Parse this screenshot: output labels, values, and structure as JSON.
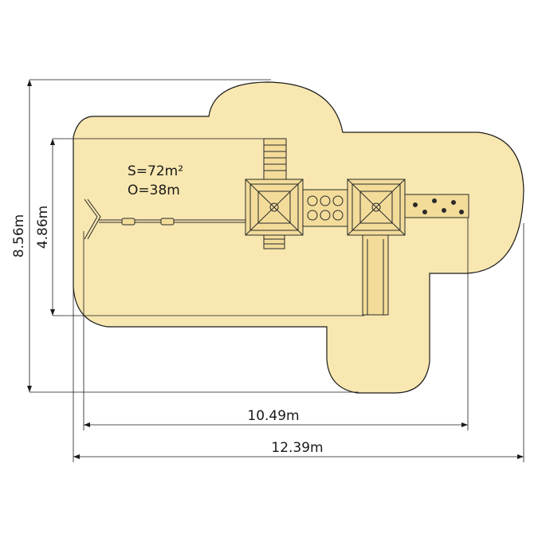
{
  "colors": {
    "safety_zone_fill": "#f8e7b0",
    "safety_zone_stroke": "#1a1a1a",
    "equipment_stroke": "#2a2a2a",
    "equipment_fill": "#f3dc9a",
    "background": "#ffffff"
  },
  "area_label": {
    "surface": "S=72m²",
    "perimeter": "O=38m"
  },
  "dimensions": {
    "total_height": "8.56m",
    "equipment_height": "4.86m",
    "equipment_width": "10.49m",
    "total_width": "12.39m"
  }
}
